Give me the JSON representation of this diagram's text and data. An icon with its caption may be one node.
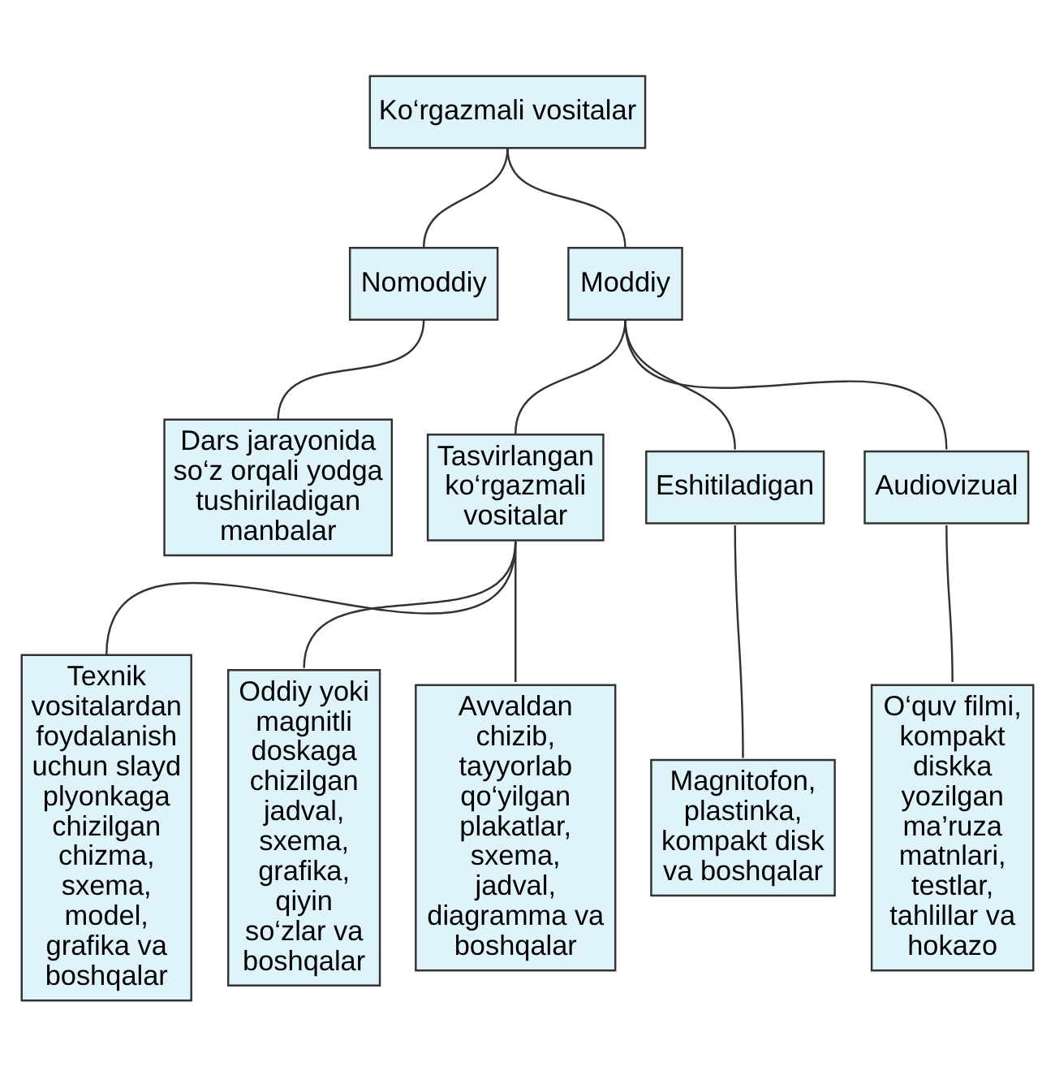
{
  "diagram": {
    "nodes": [
      {
        "text": [
          "Ko‘rgazmali vositalar"
        ]
      },
      {
        "text": [
          "Nomoddiy"
        ]
      },
      {
        "text": [
          "Moddiy"
        ]
      },
      {
        "text": [
          "Dars jarayonida so‘z orqali yodga tushiriladigan manbalar"
        ]
      },
      {
        "text": [
          "Tasvirlangan ko‘rgazmali vositalar"
        ]
      },
      {
        "text": [
          "Eshitiladigan"
        ]
      },
      {
        "text": [
          "Audiovizual"
        ]
      },
      {
        "text": [
          "Texnik vositalardan foydalanish uchun slayd plyonkaga chizilgan chizma, sxema, model, grafika va boshqalar"
        ]
      },
      {
        "text": [
          "Oddiy yoki magnitli doskaga chizilgan jadval, sxema, grafika, qiyin so‘zlar va boshqalar"
        ]
      },
      {
        "text": [
          "Avvaldan chizib, tayyorlab qo‘yilgan plakatlar, sxema, jadval, diagramma va boshqalar"
        ]
      },
      {
        "text": [
          "Magnitofon, plastinka, kompakt disk va boshqalar"
        ]
      },
      {
        "text": [
          "O‘quv filmi, kompakt diskka yozilgan ma’ruza matnlari, testlar, tahlillar va hokazo"
        ]
      }
    ],
    "edges": [
      {
        "from": 0,
        "to": 1,
        "arrow": "none"
      },
      {
        "from": 0,
        "to": 2,
        "arrow": "none"
      },
      {
        "from": 1,
        "to": 3,
        "arrow": "none"
      },
      {
        "from": 2,
        "to": 4,
        "arrow": "none"
      },
      {
        "from": 2,
        "to": 5,
        "arrow": "none"
      },
      {
        "from": 2,
        "to": 6,
        "arrow": "none"
      },
      {
        "from": 4,
        "to": 7,
        "arrow": "none"
      },
      {
        "from": 4,
        "to": 8,
        "arrow": "none"
      },
      {
        "from": 4,
        "to": 9,
        "arrow": "none"
      },
      {
        "from": 5,
        "to": 10,
        "arrow": "none"
      },
      {
        "from": 6,
        "to": 11,
        "arrow": "none"
      }
    ]
  }
}
